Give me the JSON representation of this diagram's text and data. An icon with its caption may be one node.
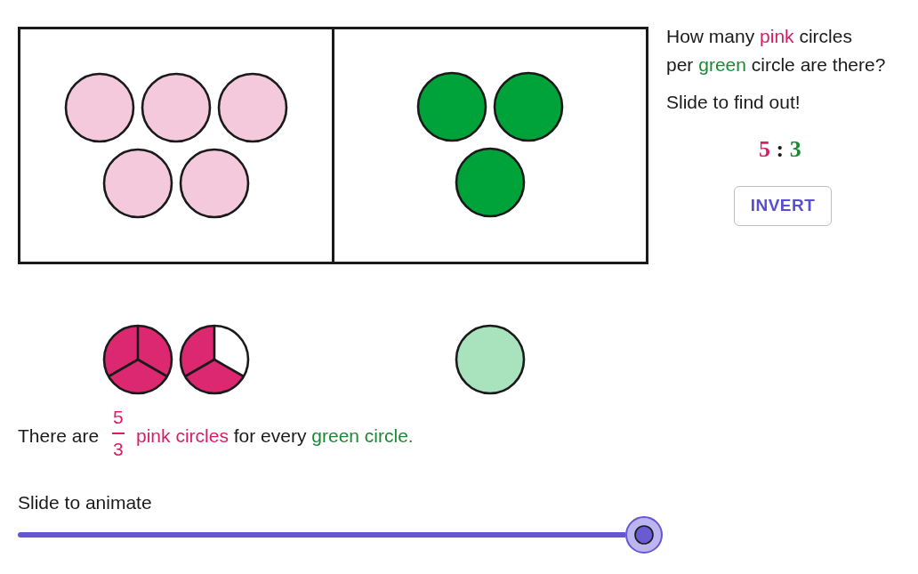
{
  "diagram": {
    "nodes": [
      {
        "text": [],
        "shape": "box"
      },
      {
        "text": [],
        "shape": "circle",
        "in": 0
      },
      {
        "text": [],
        "shape": "circle",
        "in": 0
      },
      {
        "text": [],
        "shape": "circle",
        "in": 0
      },
      {
        "text": [],
        "shape": "circle",
        "in": 0
      },
      {
        "text": [],
        "shape": "circle",
        "in": 0
      },
      {
        "text": [],
        "shape": "box"
      },
      {
        "text": [],
        "shape": "circle",
        "in": 6
      },
      {
        "text": [],
        "shape": "circle",
        "in": 6
      },
      {
        "text": [],
        "shape": "circle",
        "in": 6
      },
      {
        "text": [],
        "shape": "circle"
      },
      {
        "text": [],
        "shape": "circle"
      },
      {
        "text": [],
        "shape": "circle"
      }
    ],
    "labels": [
      "How many pink circles per green circle are there?",
      "Slide to find out!",
      "5 : 3",
      "INVERT",
      "There are",
      "5",
      "3",
      "pink circles for every green circle.",
      "Slide to animate"
    ]
  }
}
